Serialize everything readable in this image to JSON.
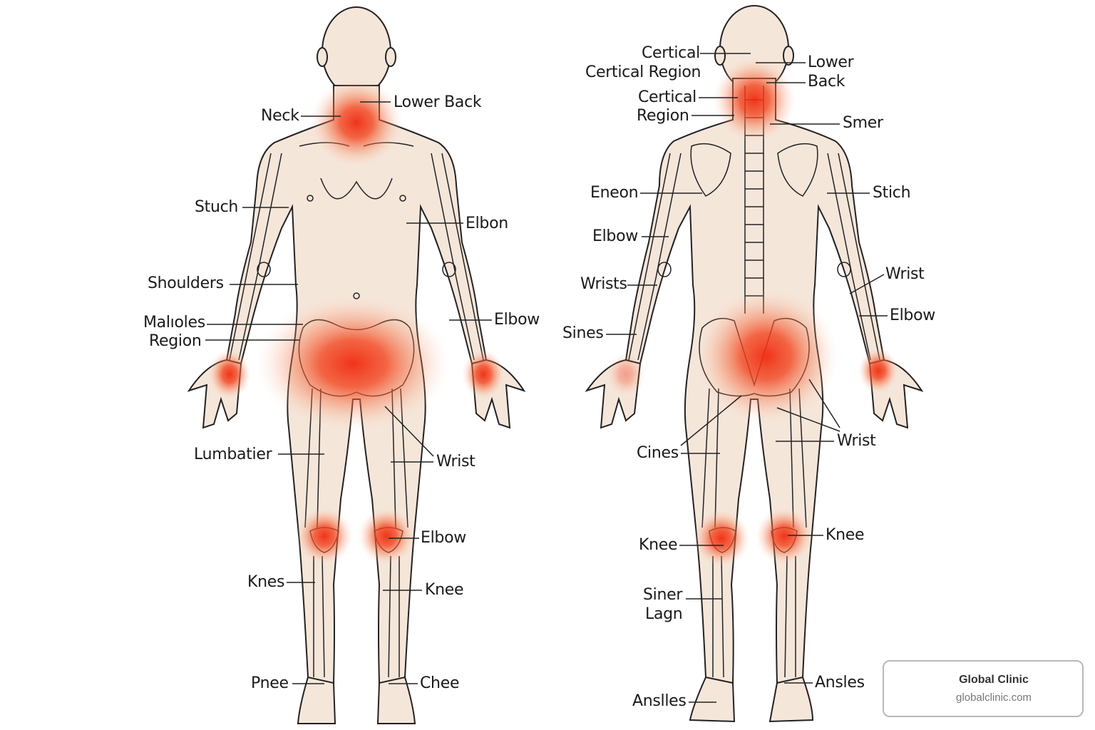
{
  "diagram": {
    "type": "anatomical pain-point illustration",
    "highlight_color": "#f03a1e",
    "skin_color": "#f5e6da",
    "outline_color": "#222222",
    "front_view": {
      "hotspots": [
        "neck",
        "pelvis",
        "left-wrist",
        "right-wrist",
        "left-knee",
        "right-knee"
      ],
      "labels": {
        "neck": "Neck",
        "lower_back": "Lower Back",
        "stuch": "Stuch",
        "elbon": "Elbon",
        "shoulders": "Shoulders",
        "malotes": "Malıoles",
        "region": "Region",
        "elbow_arm": "Elbow",
        "lumbatier": "Lumbatier",
        "wrist": "Wrist",
        "elbow_knee": "Elbow",
        "knes": "Knes",
        "knee": "Knee",
        "pnee": "Pnee",
        "chee": "Chee"
      }
    },
    "back_view": {
      "hotspots": [
        "cervical-spine",
        "sacrum-pelvis",
        "left-wrist",
        "right-wrist",
        "left-knee",
        "right-knee"
      ],
      "labels": {
        "certical": "Certical",
        "certical_region": "Certical Region",
        "lower": "Lower",
        "back": "Back",
        "certical2": "Certical",
        "region2": "Region",
        "smer": "Smer",
        "eneon": "Eneon",
        "stich": "Stich",
        "elbow_upper": "Elbow",
        "wrists": "Wrists",
        "wrist": "Wrist",
        "sines": "Sines",
        "elbow_lower": "Elbow",
        "cines": "Cines",
        "wrist_hip": "Wrist",
        "knee_left": "Knee",
        "knee_right": "Knee",
        "siner": "Siner",
        "lagn": "Lagn",
        "anslles": "Anslles",
        "ansles": "Ansles"
      }
    }
  },
  "watermark": {
    "name": "Global Clinic",
    "url": "globalclinic.com"
  }
}
